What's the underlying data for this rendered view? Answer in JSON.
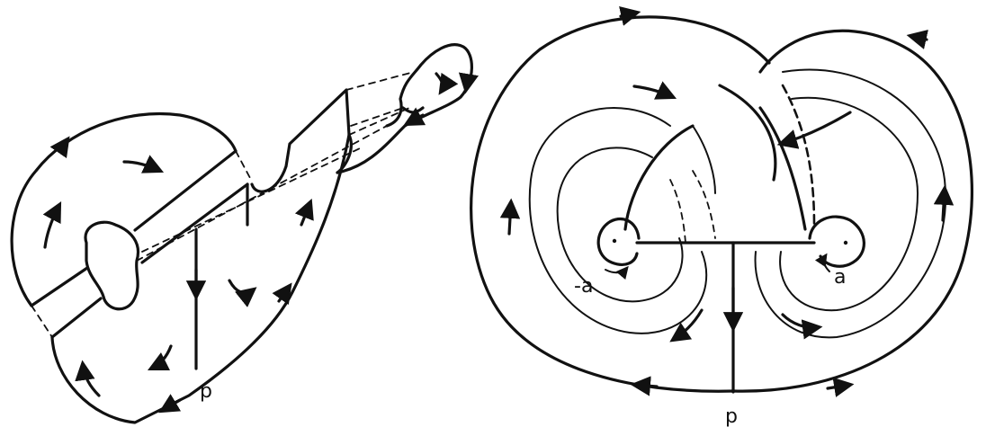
{
  "colors": {
    "ink": "#111111",
    "background": "#ffffff"
  },
  "left_figure": {
    "labels": {
      "p": "p"
    }
  },
  "right_figure": {
    "labels": {
      "p": "p",
      "a": "a",
      "neg_a": "-a"
    }
  }
}
